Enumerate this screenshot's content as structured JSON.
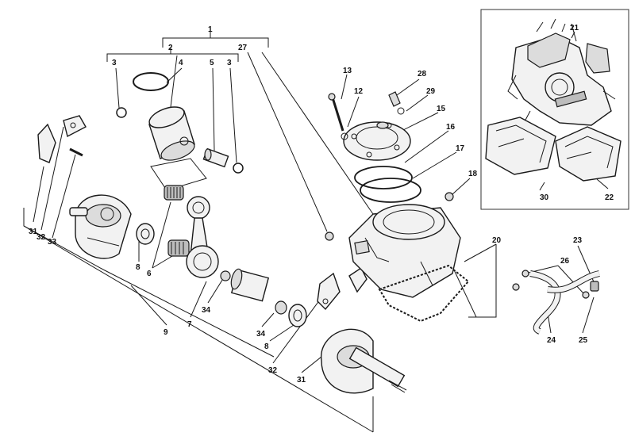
{
  "callouts": [
    "1",
    "2",
    "3",
    "4",
    "5",
    "3",
    "27",
    "13",
    "28",
    "12",
    "29",
    "15",
    "16",
    "17",
    "18",
    "21",
    "30",
    "22",
    "31",
    "32",
    "33",
    "8",
    "6",
    "7",
    "9",
    "34",
    "34",
    "8",
    "32",
    "31",
    "20",
    "23",
    "26",
    "24",
    "25"
  ],
  "colors": {
    "line": "#1a1a1a",
    "part_fill": "#f2f2f2",
    "shade": "#bdbdbd",
    "background": "#ffffff"
  }
}
